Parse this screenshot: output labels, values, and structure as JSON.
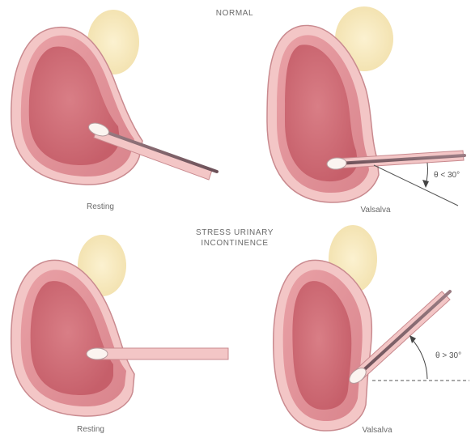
{
  "figure": {
    "section_normal": "NORMAL",
    "section_sui_line1": "STRESS URINARY",
    "section_sui_line2": "INCONTINENCE",
    "panels": [
      {
        "caption": "Resting",
        "angle_label": ""
      },
      {
        "caption": "Valsalva",
        "angle_label": "θ < 30°"
      },
      {
        "caption": "Resting",
        "angle_label": ""
      },
      {
        "caption": "Valsalva",
        "angle_label": "θ > 30°"
      }
    ]
  }
}
